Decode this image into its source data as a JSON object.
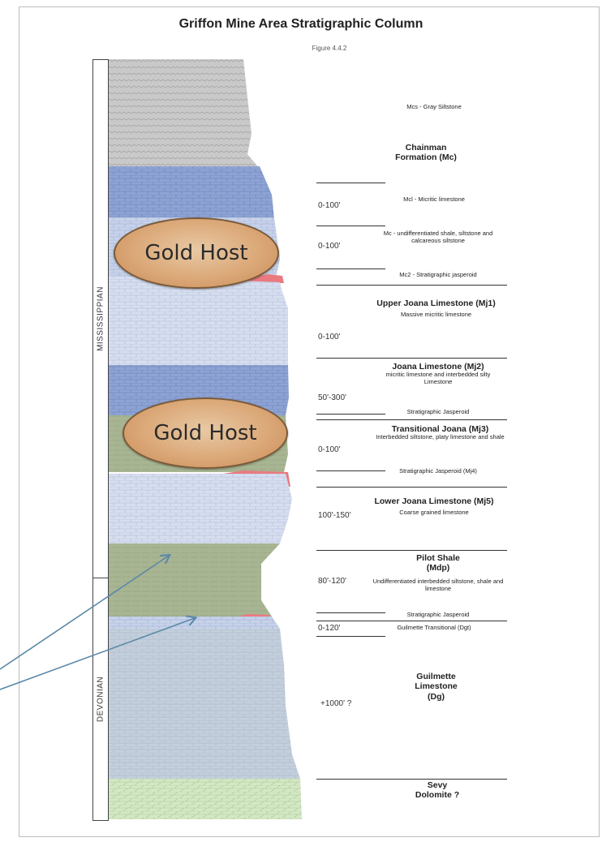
{
  "figure": {
    "title": "Griffon Mine Area Stratigraphic Column",
    "subtitle": "Figure 4.4.2"
  },
  "ages": [
    {
      "id": "mississippian",
      "label": "MISSISSIPPIAN"
    },
    {
      "id": "devonian",
      "label": "DEVONIAN"
    }
  ],
  "callouts": [
    {
      "id": "gold-host-upper",
      "label": "Gold Host"
    },
    {
      "id": "gold-host-lower",
      "label": "Gold Host"
    }
  ],
  "units": [
    {
      "id": "mcs",
      "description": "Mcs - Gray Siltstone"
    },
    {
      "id": "chainman",
      "heading": "Chainman Formation (Mc)"
    },
    {
      "id": "mcl",
      "thickness": "0-100'",
      "description": "Mcl - Micritic limestone"
    },
    {
      "id": "mc",
      "thickness": "0-100'",
      "description": "Mc - undifferentiated shale, siltstone and calcareous siltstone"
    },
    {
      "id": "mc2",
      "description": "Mc2 - Stratigraphic jasperoid"
    },
    {
      "id": "mj1",
      "thickness": "0-100'",
      "heading": "Upper Joana Limestone (Mj1)",
      "description": "Massive micritic limestone"
    },
    {
      "id": "mj2",
      "thickness": "50'-300'",
      "heading": "Joana Limestone (Mj2)",
      "description": "micritic limestone and interbedded silty Limestone"
    },
    {
      "id": "mj2-jasperoid",
      "description": "Stratigraphic Jasperoid"
    },
    {
      "id": "mj3",
      "thickness": "0-100'",
      "heading": "Transitional Joana (Mj3)",
      "description": "Interbedded siltstone, platy limestone and shale"
    },
    {
      "id": "mj4",
      "description": "Stratigraphic Jasperoid (Mj4)"
    },
    {
      "id": "mj5",
      "thickness": "100'-150'",
      "heading": "Lower Joana Limestone (Mj5)",
      "description": "Coarse grained limestone"
    },
    {
      "id": "mdp",
      "thickness": "80'-120'",
      "heading": "Pilot Shale (Mdp)",
      "description": "Undifferentiated interbedded siltstone, shale and limestone"
    },
    {
      "id": "mdp-jasperoid",
      "description": "Stratigraphic Jasperoid"
    },
    {
      "id": "dgt",
      "thickness": "0-120'",
      "description": "Guilmette Transitional (Dgt)"
    },
    {
      "id": "dg",
      "thickness": "+1000' ?",
      "heading": "Guilmette Limestone (Dg)"
    },
    {
      "id": "sevy",
      "heading": "Sevy Dolomite ?"
    }
  ],
  "colors": {
    "gray_siltstone": "#c9c9c9",
    "micritic_limestone": "#8da3d4",
    "light_limestone": "#c7d2ea",
    "pale_limestone": "#d6deef",
    "olive_shale": "#a8b592",
    "jasperoid": "#ea7a80",
    "guilmette": "#c3cfdc",
    "dolomite": "#d4e8c4",
    "gold_host": "#dba878",
    "arrow": "#5b88a8"
  }
}
